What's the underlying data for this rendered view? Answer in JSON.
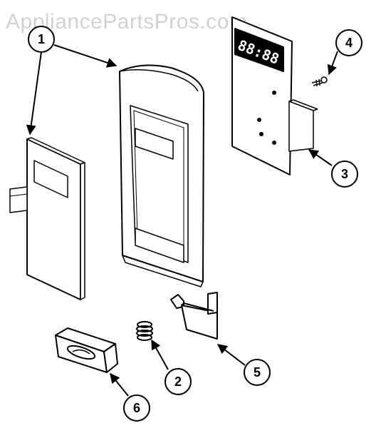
{
  "watermark": "AppliancePartsPros.com",
  "display_readout": "88:88",
  "callouts": [
    {
      "id": "callout-1",
      "label": "1"
    },
    {
      "id": "callout-2",
      "label": "2"
    },
    {
      "id": "callout-3",
      "label": "3"
    },
    {
      "id": "callout-4",
      "label": "4"
    },
    {
      "id": "callout-5",
      "label": "5"
    },
    {
      "id": "callout-6",
      "label": "6"
    }
  ]
}
